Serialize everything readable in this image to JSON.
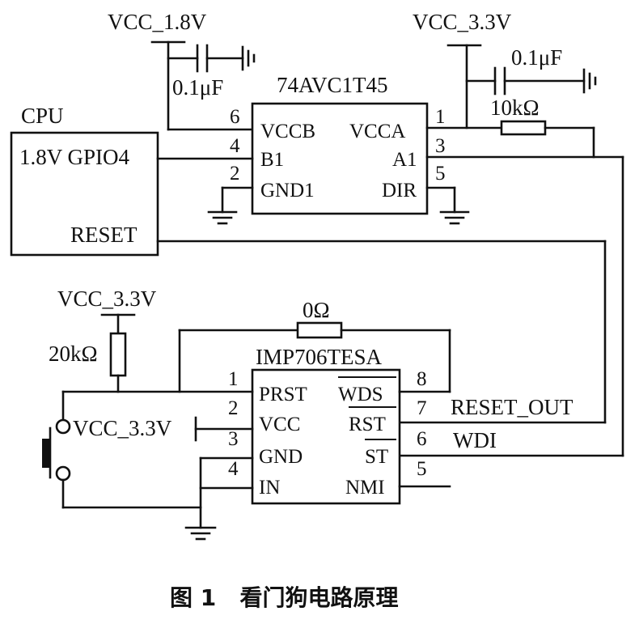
{
  "power": {
    "vcc18": "VCC_1.8V",
    "vcc33_top": "VCC_3.3V",
    "vcc33_left": "VCC_3.3V",
    "vcc33_pin": "VCC_3.3V"
  },
  "components": {
    "cap_left": "0.1μF",
    "cap_right": "0.1μF",
    "res_top": "10kΩ",
    "res_left": "20kΩ",
    "res_bottom": "0Ω"
  },
  "cpu": {
    "title": "CPU",
    "gpio": "1.8V GPIO4",
    "reset": "RESET"
  },
  "translator": {
    "part": "74AVC1T45",
    "pins": [
      {
        "num": "6",
        "name": "VCCB"
      },
      {
        "num": "4",
        "name": "B1"
      },
      {
        "num": "2",
        "name": "GND1"
      },
      {
        "num": "1",
        "name": "VCCA"
      },
      {
        "num": "3",
        "name": "A1"
      },
      {
        "num": "5",
        "name": "DIR"
      }
    ]
  },
  "supervisor": {
    "part": "IMP706TESA",
    "pins": [
      {
        "num": "1",
        "name": "PRST"
      },
      {
        "num": "2",
        "name": "VCC"
      },
      {
        "num": "3",
        "name": "GND"
      },
      {
        "num": "4",
        "name": "IN"
      },
      {
        "num": "8",
        "name": "WDS"
      },
      {
        "num": "7",
        "name": "RST"
      },
      {
        "num": "6",
        "name": "ST"
      },
      {
        "num": "5",
        "name": "NMI"
      }
    ]
  },
  "nets": {
    "reset_out": "RESET_OUT",
    "wdi": "WDI"
  },
  "caption": "图 1   看门狗电路原理"
}
